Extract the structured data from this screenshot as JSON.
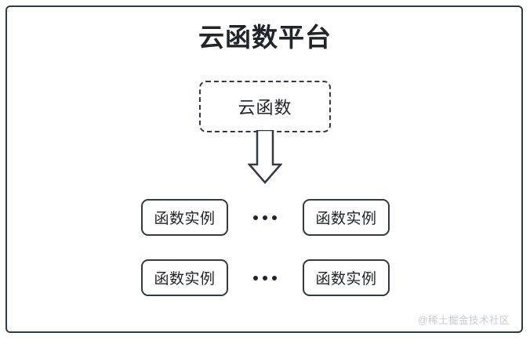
{
  "diagram": {
    "title": "云函数平台",
    "colors": {
      "stroke": "#343a40",
      "text": "#212529",
      "background": "#ffffff",
      "watermark": "#c8cbcf"
    },
    "cloud_function": {
      "label": "云函数",
      "border_style": "dashed"
    },
    "arrow": {
      "direction": "down",
      "style": "outlined-block-arrow"
    },
    "instance_rows": [
      {
        "left_box": "函数实例",
        "ellipsis": "•••",
        "right_box": "函数实例"
      },
      {
        "left_box": "函数实例",
        "ellipsis": "•••",
        "right_box": "函数实例"
      }
    ],
    "watermark": "@稀土掘金技术社区"
  }
}
